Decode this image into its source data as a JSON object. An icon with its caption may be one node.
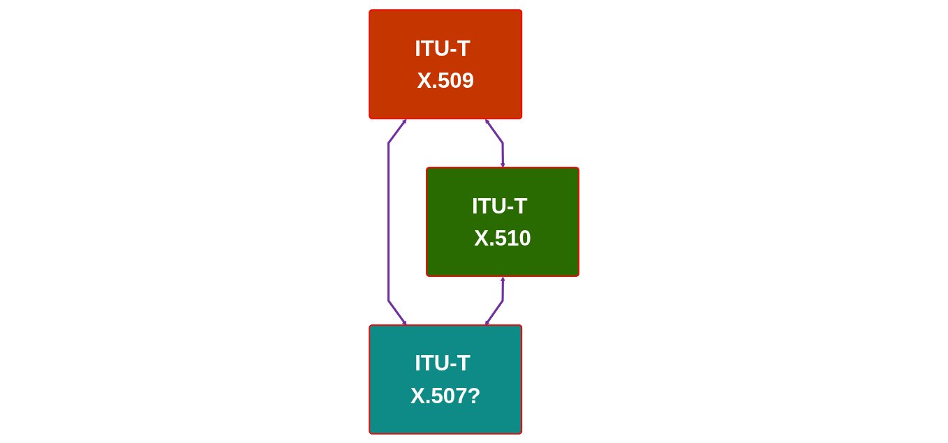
{
  "diagram": {
    "nodes": [
      {
        "text": [
          "ITU-T X.509"
        ]
      },
      {
        "text": [
          "ITU-T X.510"
        ]
      },
      {
        "text": [
          "ITU-T X.507?"
        ]
      }
    ],
    "edges": [
      {
        "from": 0,
        "to": 1,
        "arrow": "both"
      },
      {
        "from": 0,
        "to": 2,
        "arrow": "both"
      },
      {
        "from": 1,
        "to": 2,
        "arrow": "both"
      }
    ]
  }
}
